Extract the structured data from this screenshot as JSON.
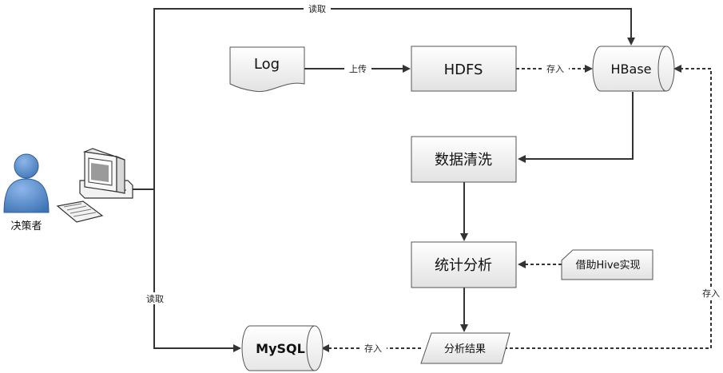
{
  "nodes": {
    "log": "Log",
    "hdfs": "HDFS",
    "hbase": "HBase",
    "clean": "数据清洗",
    "stats": "统计分析",
    "hive": "借助Hive实现",
    "result": "分析结果",
    "mysql": "MySQL",
    "user": "决策者"
  },
  "edges": {
    "read_top": "读取",
    "upload": "上传",
    "store_hbase": "存入",
    "store_right": "存入",
    "store_mysql": "存入",
    "read_left": "读取"
  },
  "colors": {
    "box_fill_top": "#ffffff",
    "box_fill_bottom": "#e4e4e4",
    "stroke": "#555555",
    "person": "#5b8fd0",
    "person_dark": "#3a6fa8"
  }
}
